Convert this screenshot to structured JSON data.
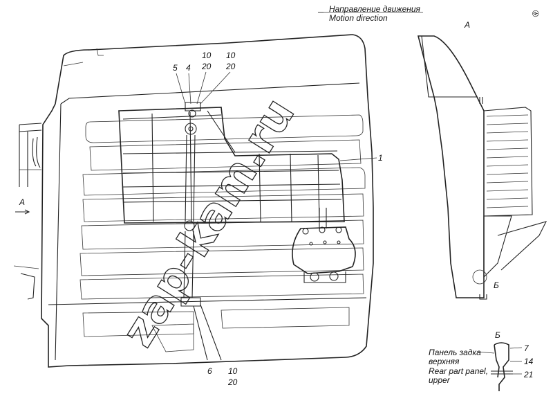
{
  "header": {
    "direction_ru": "Направление движения",
    "direction_en": "Motion direction"
  },
  "views": {
    "main_arrow": "А",
    "view_a": "А",
    "detail_b_mark": "Б",
    "detail_b_title": "Б"
  },
  "callouts": {
    "c5": "5",
    "c4": "4",
    "c10_top": "10",
    "c20_top": "20",
    "c10_top2": "10",
    "c20_top2": "20",
    "c1": "1",
    "c6": "6",
    "c10_bot": "10",
    "c20_bot": "20",
    "c7": "7",
    "c14": "14",
    "c21": "21"
  },
  "detail_b": {
    "panel_ru_1": "Панель задка",
    "panel_ru_2": "верхняя",
    "panel_en_1": "Rear part panel,",
    "panel_en_2": "upper"
  },
  "watermark": {
    "text": "zap-kam.ru",
    "small": "®"
  }
}
